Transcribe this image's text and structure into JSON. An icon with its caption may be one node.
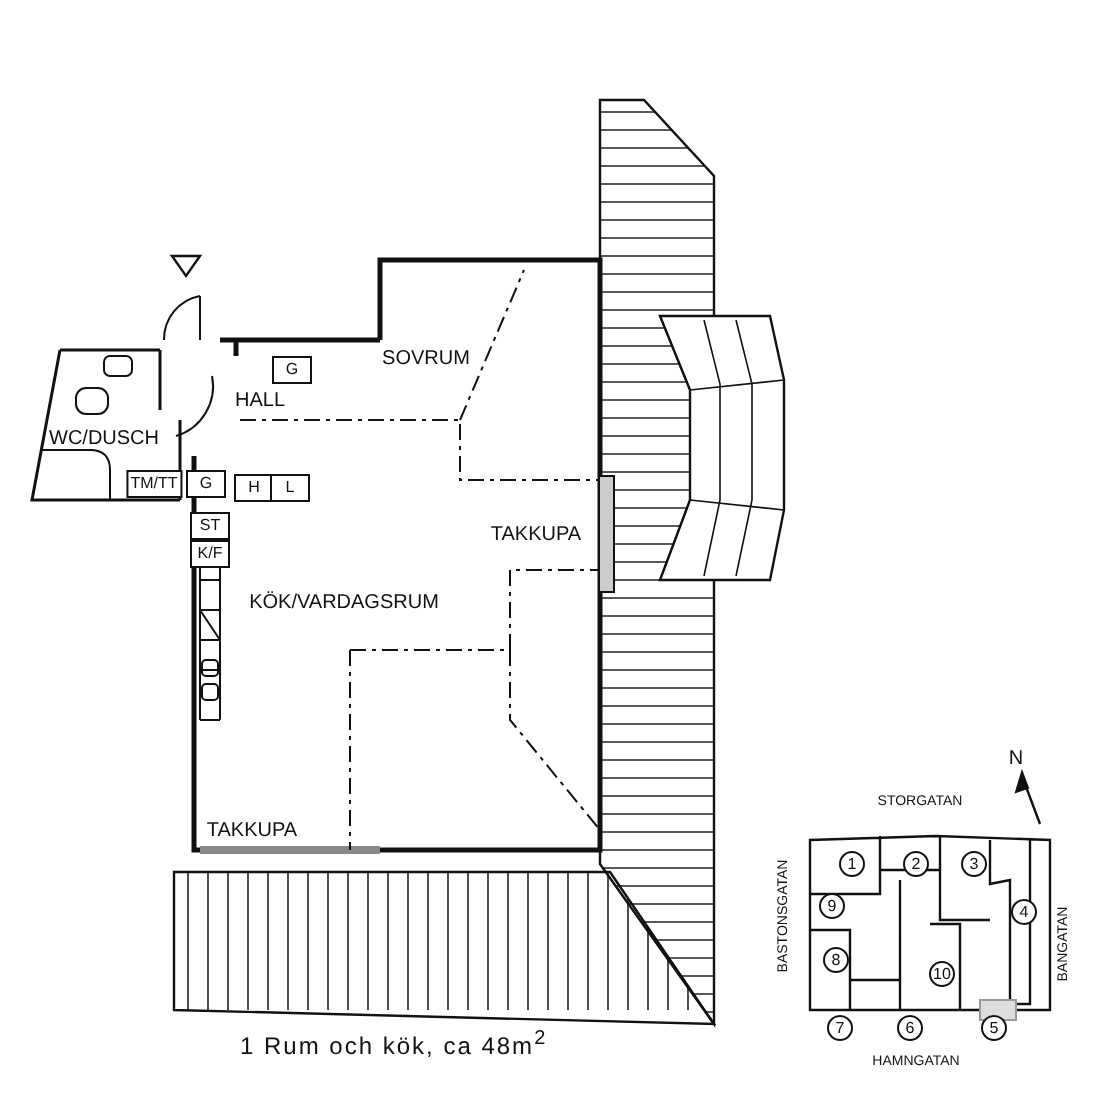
{
  "diagram": {
    "caption": "1 Rum och kök, ca 48m$^{2}$",
    "labels": [
      "SOVRUM",
      "G",
      "HALL",
      "WC/DUSCH",
      "TM/TT",
      "G",
      "H",
      "L",
      "ST",
      "K/F",
      "TAKKUPA",
      "KÖK/VARDAGSRUM",
      "TAKKUPA",
      "N",
      "STORGATAN",
      "1",
      "2",
      "3",
      "9",
      "4",
      "BASTONSGATAN",
      "BANGATAN",
      "8",
      "10",
      "7",
      "6",
      "5",
      "HAMNGATAN"
    ]
  }
}
